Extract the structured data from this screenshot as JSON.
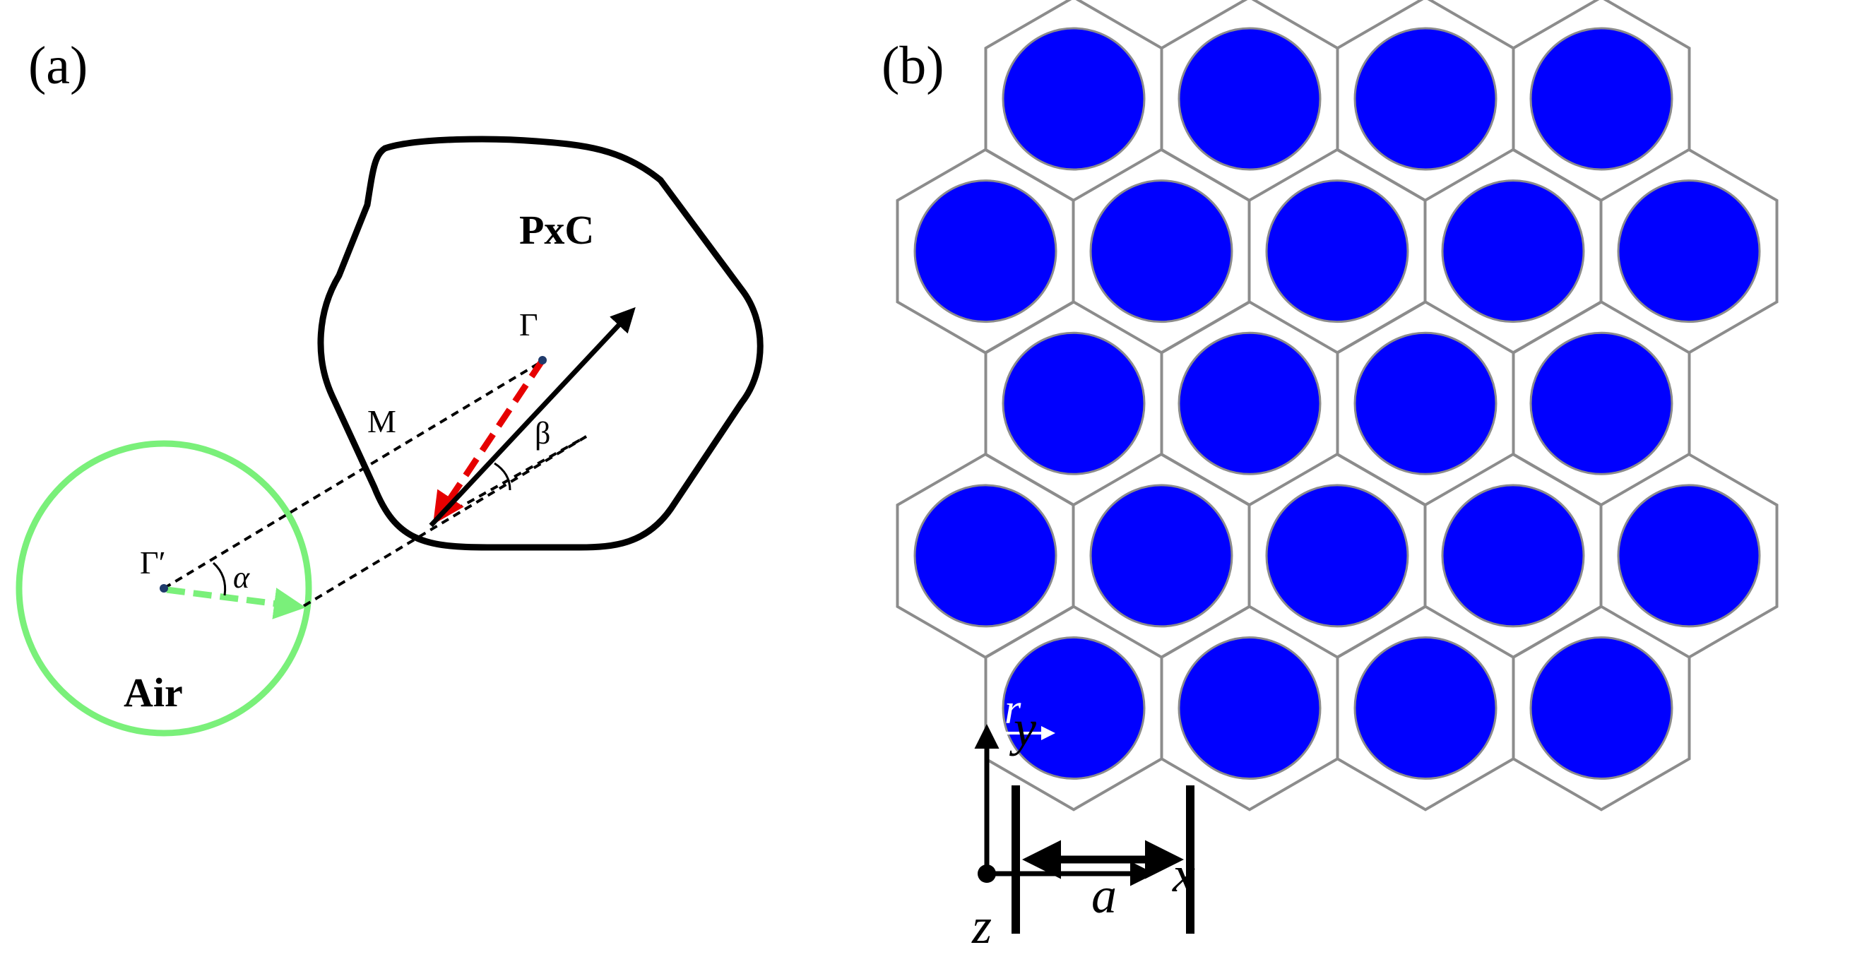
{
  "panel_a": {
    "label": "(a)",
    "pxc_label": "PxC",
    "air_label": "Air",
    "gamma_label": "Γ",
    "gamma_prime_label": "Γ′",
    "m_label": "M",
    "alpha_label": "α",
    "beta_label": "β",
    "colors": {
      "pxc_contour": "#000000",
      "air_circle": "#7af07a",
      "incident_arrow": "#7af07a",
      "refracted_dashed": "#e60000",
      "group_velocity": "#000000",
      "point_fill": "#1f3a6b"
    }
  },
  "panel_b": {
    "label": "(b)",
    "radius_label": "r",
    "lattice_label": "a",
    "axis_x_label": "x",
    "axis_y_label": "y",
    "axis_z_label": "z",
    "lattice": {
      "type": "hexagonal",
      "rows": 5,
      "cells_per_row": [
        4,
        5,
        4,
        5,
        4
      ],
      "rod_color": "#0000ff",
      "cell_border_color": "#8c8c8c"
    }
  }
}
